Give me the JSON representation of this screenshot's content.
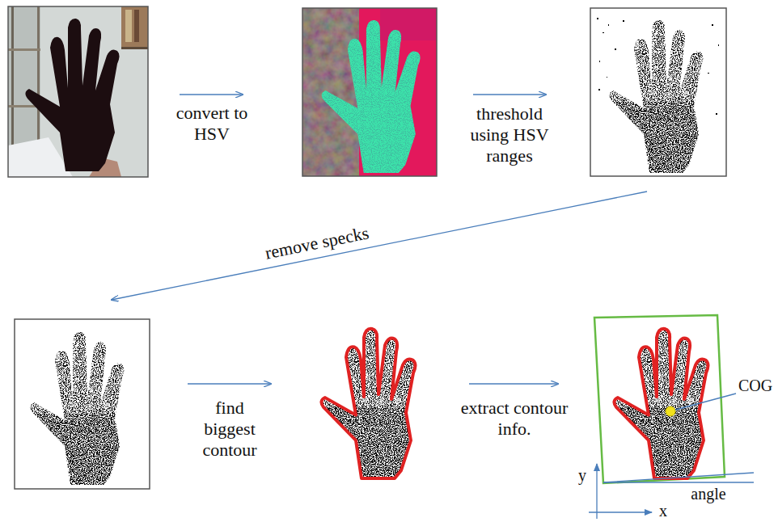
{
  "diagram": {
    "labels": [
      "convert to HSV",
      "threshold using HSV ranges",
      "remove specks",
      "find biggest contour",
      "extract contour info.",
      "COG",
      "y",
      "x",
      "angle"
    ]
  }
}
